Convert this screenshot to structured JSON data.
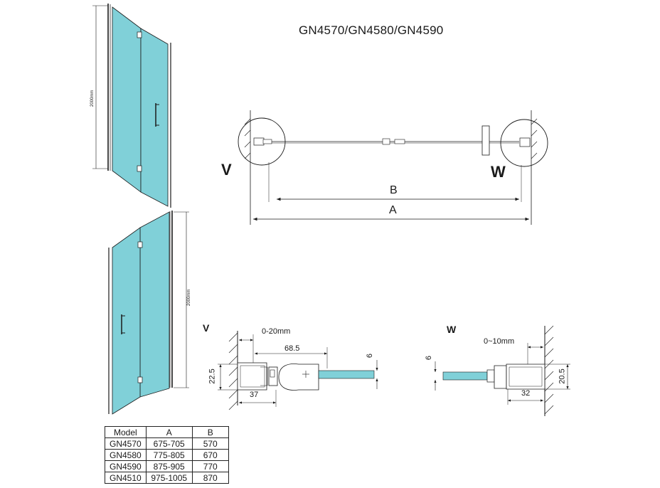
{
  "title": "GN4570/GN4580/GN4590",
  "door_height_label": "2000mm",
  "plan": {
    "label_v": "V",
    "label_w": "W",
    "dim_b": "B",
    "dim_a": "A"
  },
  "detail_v": {
    "label": "V",
    "range": "0-20mm",
    "width": "68.5",
    "glass": "6",
    "height": "22.5",
    "base": "37"
  },
  "detail_w": {
    "label": "W",
    "range": "0~10mm",
    "glass": "6",
    "height": "20.5",
    "base": "32"
  },
  "table": {
    "headers": [
      "Model",
      "A",
      "B"
    ],
    "rows": [
      [
        "GN4570",
        "675-705",
        "570"
      ],
      [
        "GN4580",
        "775-805",
        "670"
      ],
      [
        "GN4590",
        "875-905",
        "770"
      ],
      [
        "GN4510",
        "975-1005",
        "870"
      ]
    ]
  },
  "colors": {
    "glass": "#80d0d8",
    "line": "#1a1a1a"
  }
}
